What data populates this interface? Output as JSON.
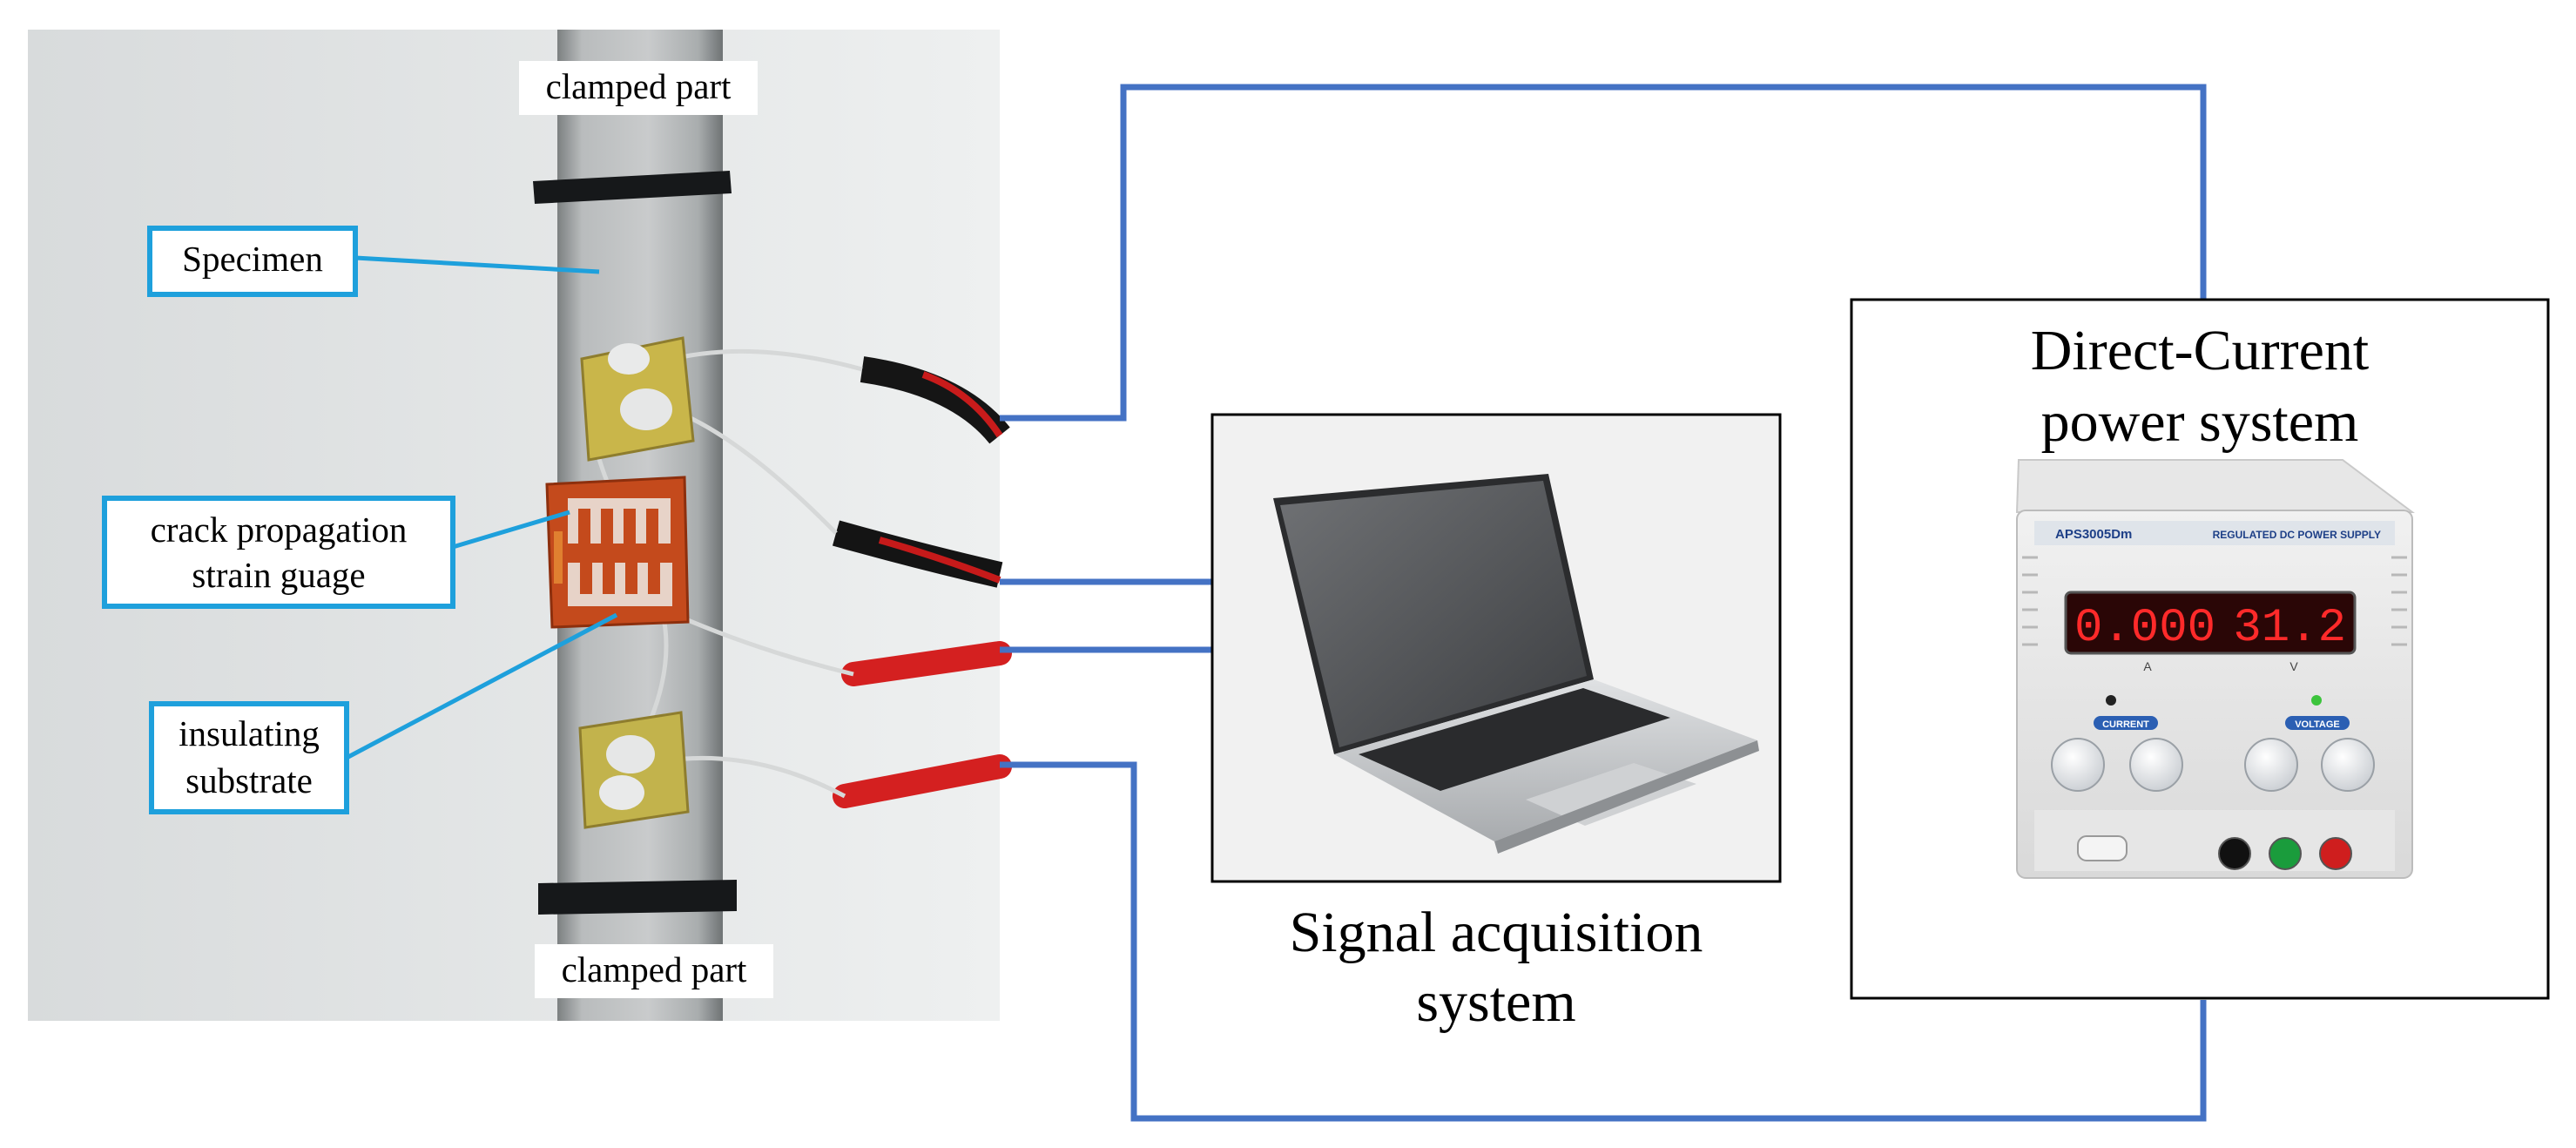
{
  "photo": {
    "top_label": "clamped part",
    "bottom_label": "clamped part",
    "callouts": {
      "specimen": "Specimen",
      "gauge_line1": "crack propagation",
      "gauge_line2": "strain guage",
      "substrate_line1": "insulating",
      "substrate_line2": "substrate"
    }
  },
  "signal_system": {
    "label_line1": "Signal acquisition",
    "label_line2": "system"
  },
  "power_system": {
    "title_line1": "Direct-Current",
    "title_line2": "power system",
    "panel": {
      "model": "APS3005Dm",
      "header": "REGULATED DC POWER SUPPLY",
      "current_display": "0.000",
      "voltage_display": "31.2",
      "current_unit": "A",
      "voltage_unit": "V",
      "current_knob_label": "CURRENT",
      "voltage_knob_label": "VOLTAGE"
    }
  },
  "colors": {
    "wire": "#4472c4",
    "callout": "#1ea0dc",
    "display_digits": "#ff2a2a",
    "display_bg": "#2a0606"
  }
}
